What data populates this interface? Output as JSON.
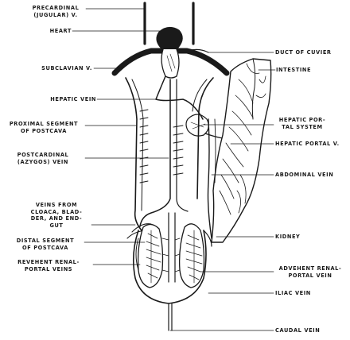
{
  "labels": {
    "precardinal": [
      "PRECARDINAL",
      "(JUGULAR) V."
    ],
    "heart": [
      "HEART"
    ],
    "subclavian": [
      "SUBCLAVIAN V."
    ],
    "hepatic_vein": [
      "HEPATIC VEIN"
    ],
    "proximal_postcava": [
      "PROXIMAL SEGMENT",
      "OF POSTCAVA"
    ],
    "postcardinal": [
      "POSTCARDINAL",
      "(AZYGOS) VEIN"
    ],
    "cloaca_veins": [
      "VEINS FROM",
      "CLOACA, BLAD-",
      "DER, AND END-",
      "GUT"
    ],
    "distal_postcava": [
      "DISTAL SEGMENT",
      "OF POSTCAVA"
    ],
    "revehent": [
      "REVEHENT RENAL-",
      "PORTAL VEINS"
    ],
    "duct_cuvier": [
      "DUCT OF CUVIER"
    ],
    "intestine": [
      "INTESTINE"
    ],
    "hepatic_portal_system": [
      "HEPATIC POR-",
      "TAL SYSTEM"
    ],
    "hepatic_portal_v": [
      "HEPATIC PORTAL V."
    ],
    "abdominal_vein": [
      "ABDOMINAL VEIN"
    ],
    "kidney": [
      "KIDNEY"
    ],
    "advehent": [
      "ADVEHENT RENAL-",
      "PORTAL VEIN"
    ],
    "iliac": [
      "ILIAC VEIN"
    ],
    "caudal": [
      "CAUDAL VEIN"
    ]
  }
}
